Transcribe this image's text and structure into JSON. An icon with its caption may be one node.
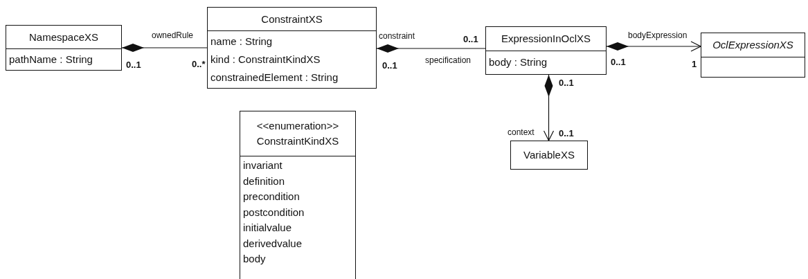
{
  "diagram": {
    "nodes": [
      {
        "text": [
          "NamespaceXS",
          "pathName : String"
        ]
      },
      {
        "text": [
          "ConstraintXS",
          "name : String",
          "kind : ConstraintKindXS",
          "constrainedElement : String"
        ]
      },
      {
        "text": [
          "ExpressionInOclXS",
          "body : String"
        ]
      },
      {
        "text": [
          "OclExpressionXS"
        ]
      },
      {
        "text": [
          "<<enumeration>>",
          "ConstraintKindXS",
          "invariant",
          "definition",
          "precondition",
          "postcondition",
          "initialvalue",
          "derivedvalue",
          "body"
        ]
      },
      {
        "text": [
          "VariableXS"
        ]
      }
    ],
    "edges": [
      {
        "from": 0,
        "to": 1,
        "arrow": "other"
      },
      {
        "from": 1,
        "to": 2,
        "arrow": "other"
      },
      {
        "from": 2,
        "to": 3,
        "arrow": "to"
      },
      {
        "from": 2,
        "to": 5,
        "arrow": "to"
      }
    ],
    "labels": [
      "ownedRule",
      "constraint",
      "0..1",
      "bodyExpression",
      "0..1",
      "0..*",
      "0..1",
      "specification",
      "0..1",
      "1",
      "0..1",
      "context",
      "0..1"
    ]
  }
}
